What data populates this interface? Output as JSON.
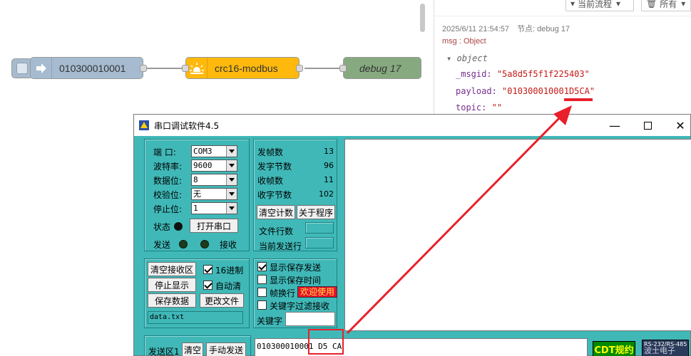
{
  "flow": {
    "inject_label": "010300010001",
    "function_label": "crc16-modbus",
    "debug_label": "debug 17",
    "colors": {
      "inject": "#a6bbcf",
      "function": "#ffb90d",
      "debug": "#87a980",
      "wire": "#999999"
    }
  },
  "sidebar": {
    "filter_button": "当前流程",
    "clear_button": "所有",
    "timestamp": "2025/6/11 21:54:57",
    "node_label": "节点: debug 17",
    "msg_type": "msg : Object",
    "root": "object",
    "props": [
      {
        "key": "_msgid:",
        "value": "\"5a8d5f5f1f225403\""
      },
      {
        "key": "payload:",
        "value": "\"010300010001D5CA\""
      },
      {
        "key": "topic:",
        "value": "\"\""
      }
    ]
  },
  "serial": {
    "title": "串口调试软件4.5",
    "port_label": "端  口:",
    "port_value": "COM3",
    "baud_label": "波特率:",
    "baud_value": "9600",
    "databits_label": "数据位:",
    "databits_value": "8",
    "parity_label": "校验位:",
    "parity_value": "无",
    "stopbits_label": "停止位:",
    "stopbits_value": "1",
    "status_label": "状态",
    "open_button": "打开串口",
    "send_label": "发送",
    "recv_label": "接收",
    "stats": [
      {
        "label": "发帧数",
        "value": "13"
      },
      {
        "label": "发字节数",
        "value": "96"
      },
      {
        "label": "收帧数",
        "value": "11"
      },
      {
        "label": "收字节数",
        "value": "102"
      }
    ],
    "clear_count_button": "清空计数",
    "about_button": "关于程序",
    "file_lines_label": "文件行数",
    "current_line_label": "当前发送行",
    "clear_recv_button": "清空接收区",
    "hex_label": "16进制",
    "stop_display_button": "停止显示",
    "auto_clear_label": "自动清",
    "save_data_button": "保存数据",
    "change_file_button": "更改文件",
    "file_name": "data.txt",
    "show_save_send": "显示保存发送",
    "show_save_time": "显示保存时间",
    "frame_newline": "帧换行",
    "welcome": "欢迎使用",
    "keyword_filter": "关键字过滤接收",
    "keyword_label": "关键字",
    "send_area_label": "发送区1",
    "clear_send_button": "清空",
    "manual_send_button": "手动发送",
    "send_text": "010300010001 D5 CA",
    "cdt_label": "CDT规约",
    "rs_label": "RS-232/RS-485",
    "rs_sub": "波士电子"
  }
}
